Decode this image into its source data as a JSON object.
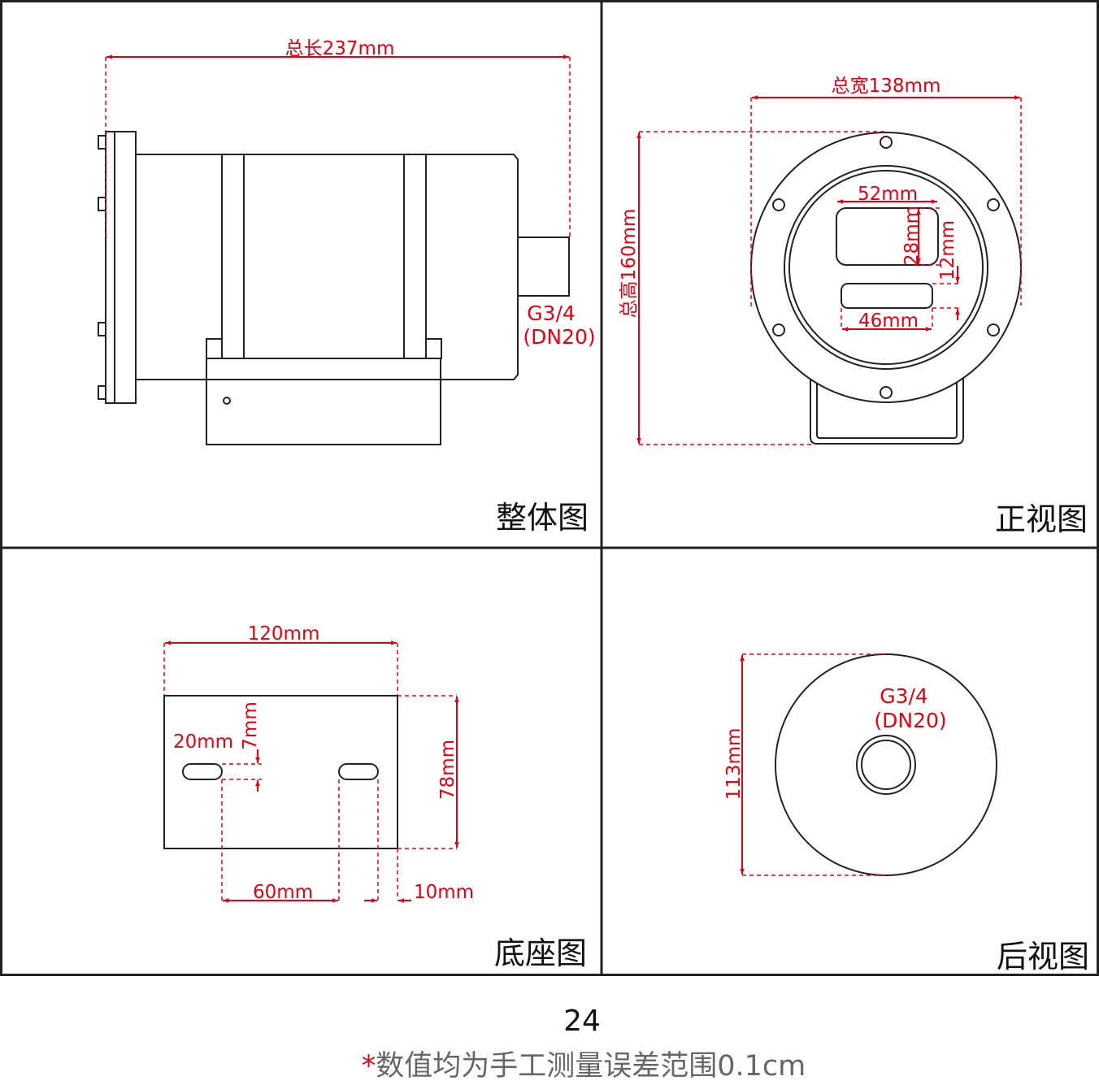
{
  "colors": {
    "dimension": "#e60012",
    "outline": "#222222",
    "text": "#111111",
    "note_gray": "#666666"
  },
  "panels": {
    "overall": {
      "title": "整体图",
      "total_length": "总长237mm",
      "port_line1": "G3/4",
      "port_line2": "(DN20)"
    },
    "front": {
      "title": "正视图",
      "total_width": "总宽138mm",
      "total_height": "总高160mm",
      "window_width": "52mm",
      "window_height": "28mm",
      "slot_offset": "12mm",
      "slot_width": "46mm"
    },
    "base": {
      "title": "底座图",
      "width": "120mm",
      "depth": "78mm",
      "slot_length": "20mm",
      "slot_width": "7mm",
      "slot_spacing": "60mm",
      "edge_offset": "10mm"
    },
    "rear": {
      "title": "后视图",
      "diameter": "113mm",
      "port_line1": "G3/4",
      "port_line2": "(DN20)"
    }
  },
  "footer": {
    "page_number": "24",
    "note_star": "*",
    "note_text": "数值均为手工测量误差范围0.1cm"
  }
}
